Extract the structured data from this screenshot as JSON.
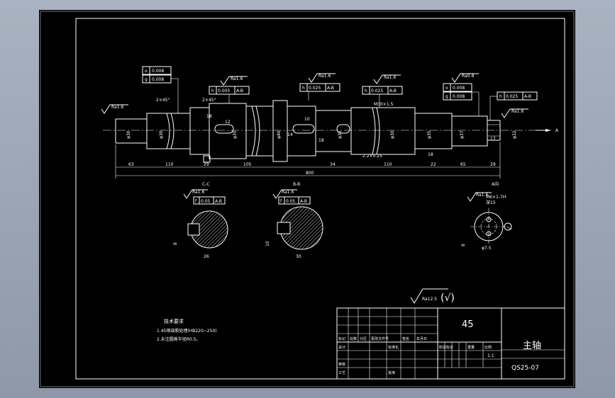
{
  "drawing": {
    "material": "45",
    "part_name": "主轴",
    "drawing_number": "QS25-07",
    "scale": "1:1",
    "global_roughness": "Ra12.5",
    "global_roughness_mark": "(√)",
    "tech_requirements": {
      "heading": "技术要求",
      "items": [
        "1.45钢调质处理(HB220~250)",
        "2.未注圆角半径R0.5。"
      ]
    }
  },
  "roughness_labels": [
    "Ra1.6",
    "Ra1.6",
    "Ra1.6",
    "Ra1.6",
    "Ra0.8",
    "Ra1.6"
  ],
  "tolerance_frames": [
    {
      "symbol": "o",
      "value": "0.008"
    },
    {
      "symbol": "g",
      "value": "0.008"
    },
    {
      "symbol": "h",
      "value": "0.005",
      "datum": "A-B"
    },
    {
      "symbol": "h",
      "value": "0.025",
      "datum": "A-B"
    },
    {
      "symbol": "h",
      "value": "0.025",
      "datum": "A-B"
    },
    {
      "symbol": "o",
      "value": "0.008"
    },
    {
      "symbol": "g",
      "value": "0.008"
    },
    {
      "symbol": "h",
      "value": "0.025",
      "datum": "A-B"
    }
  ],
  "dimensions": {
    "bottom": [
      "63",
      "110",
      "29",
      "105",
      "34",
      "110",
      "22",
      "65",
      "29"
    ],
    "overall": "800",
    "chamfer_left": "2×45°",
    "chamfer_right": "2×45°",
    "diameters": [
      "φ30",
      "φ30",
      "φ35",
      "φ40",
      "φ35",
      "φ30",
      "φ35",
      "φ37",
      "φ32"
    ],
    "key_dims": [
      "18",
      "12",
      "14",
      "18",
      "10",
      "18",
      "17"
    ],
    "thread": "M30×1.5",
    "length_mark": "2.2×0.25",
    "arrow_label": "A"
  },
  "sections": {
    "left_title": "C-C",
    "mid_title": "B-B",
    "right_title": "A向",
    "left_dims": [
      "26",
      "8"
    ],
    "mid_dims": [
      "30",
      "10"
    ],
    "right_note": [
      "M6×1-7H",
      "深15"
    ],
    "right_dims": [
      "φ7.5",
      "8"
    ],
    "tol_left": {
      "symbol": "f",
      "value": "0.05",
      "datum": "A-B"
    },
    "tol_mid": {
      "symbol": "f",
      "value": "0.05",
      "datum": "A-B"
    }
  },
  "title_block_labels": {
    "row_a": [
      "标记",
      "处数",
      "分区",
      "更改文件号",
      "签名",
      "年月日"
    ],
    "row_b": [
      "设计",
      "标准化",
      "阶段标记",
      "重量",
      "比例"
    ],
    "row_c": [
      "审核"
    ],
    "row_d": [
      "工艺",
      "批准"
    ]
  }
}
